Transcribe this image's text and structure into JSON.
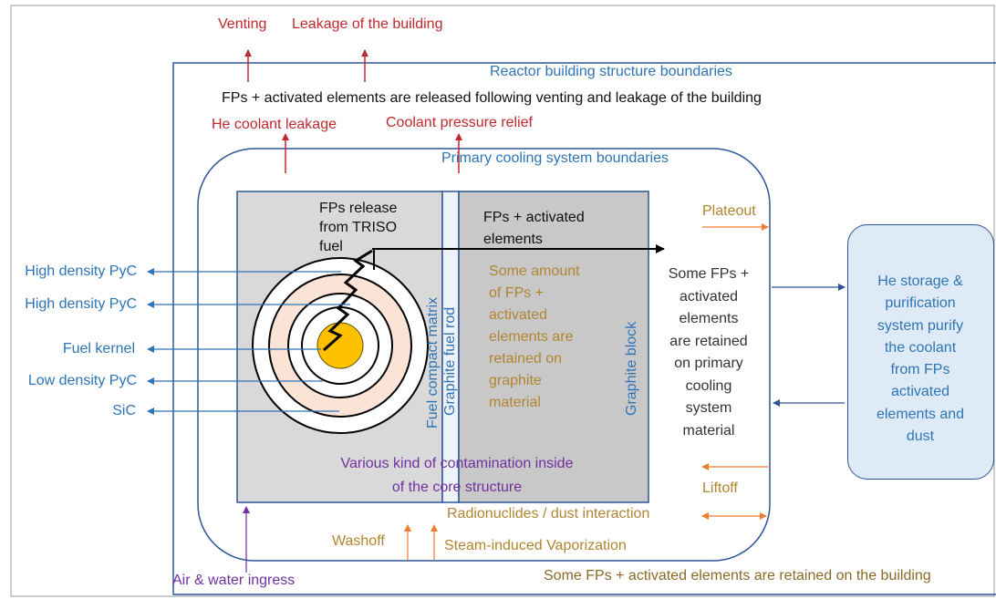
{
  "colors": {
    "red": "#c0282d",
    "blue": "#2e74b5",
    "gold": "#b08530",
    "purple": "#7030a0",
    "dark_blue": "#2f5597",
    "orange": "#ed7d31",
    "fuel_kernel": "#ffc000",
    "pyc_layer": "#fbe3d6"
  },
  "top": {
    "venting": "Venting",
    "building_leakage": "Leakage of the building",
    "building_release": "FPs + activated elements are released following venting and leakage of the building",
    "he_leakage": "He coolant leakage",
    "pressure_relief": "Coolant pressure relief"
  },
  "boundaries": {
    "reactor_building": "Reactor building structure boundaries",
    "primary_cooling": "Primary cooling system boundaries"
  },
  "core": {
    "fps_release": "FPs release\nfrom TRISO\nfuel",
    "fps_activated": "FPs + activated\nelements",
    "retained_graphite": "Some amount\nof FPs +\nactivated\nelements are\nretained on\ngraphite\nmaterial",
    "fuel_compact_matrix": "Fuel compact matrix",
    "graphite_fuel_rod": "Graphite fuel rod",
    "graphite_block": "Graphite block",
    "contamination": "Various kind of contamination inside\nof the core structure"
  },
  "triso_layers": {
    "outer_pyc": "High density PyC",
    "inner_pyc": "High density PyC",
    "kernel": "Fuel kernel",
    "buffer": "Low density PyC",
    "sic": "SiC"
  },
  "right": {
    "plateout": "Plateout",
    "retained_cooling": "Some FPs +\nactivated\nelements\nare retained\non primary\ncooling\nsystem\nmaterial",
    "storage": "He storage &\npurification\nsystem purify\nthe coolant\nfrom FPs\nactivated\nelements and\ndust",
    "liftoff": "Liftoff"
  },
  "bottom": {
    "radionuclides": "Radionuclides / dust interaction",
    "washoff": "Washoff",
    "steam": "Steam-induced Vaporization",
    "ingress": "Air & water ingress",
    "retained_building": "Some FPs + activated elements are retained on the building"
  }
}
